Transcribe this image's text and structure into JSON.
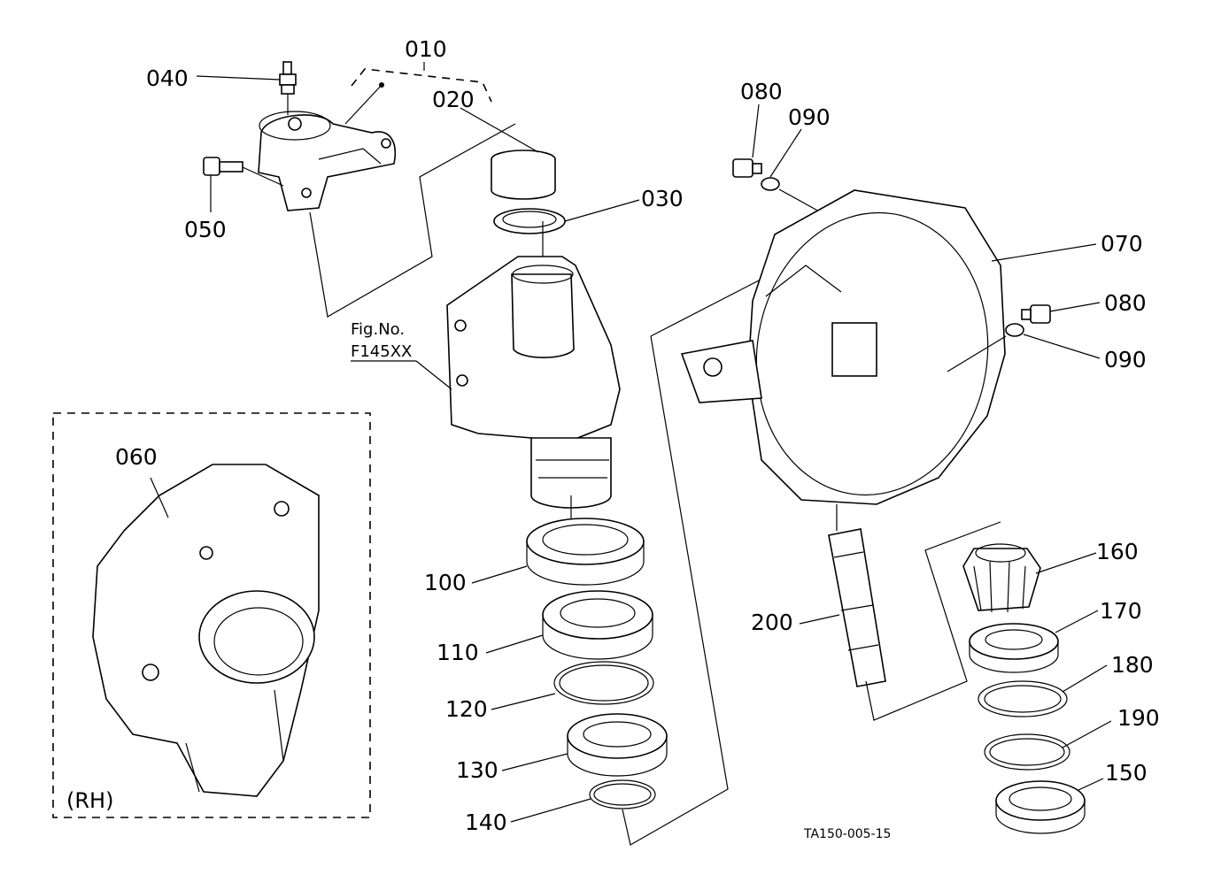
{
  "labels": {
    "p010": "010",
    "p020": "020",
    "p030": "030",
    "p040": "040",
    "p050": "050",
    "p060": "060",
    "p070": "070",
    "p080a": "080",
    "p080b": "080",
    "p090a": "090",
    "p090b": "090",
    "p100": "100",
    "p110": "110",
    "p120": "120",
    "p130": "130",
    "p140": "140",
    "p150": "150",
    "p160": "160",
    "p170": "170",
    "p180": "180",
    "p190": "190",
    "p200": "200"
  },
  "figure_ref": {
    "line1": "Fig.No.",
    "line2": "F145XX"
  },
  "inset_label": "(RH)",
  "drawing_code": "TA150-005-15"
}
